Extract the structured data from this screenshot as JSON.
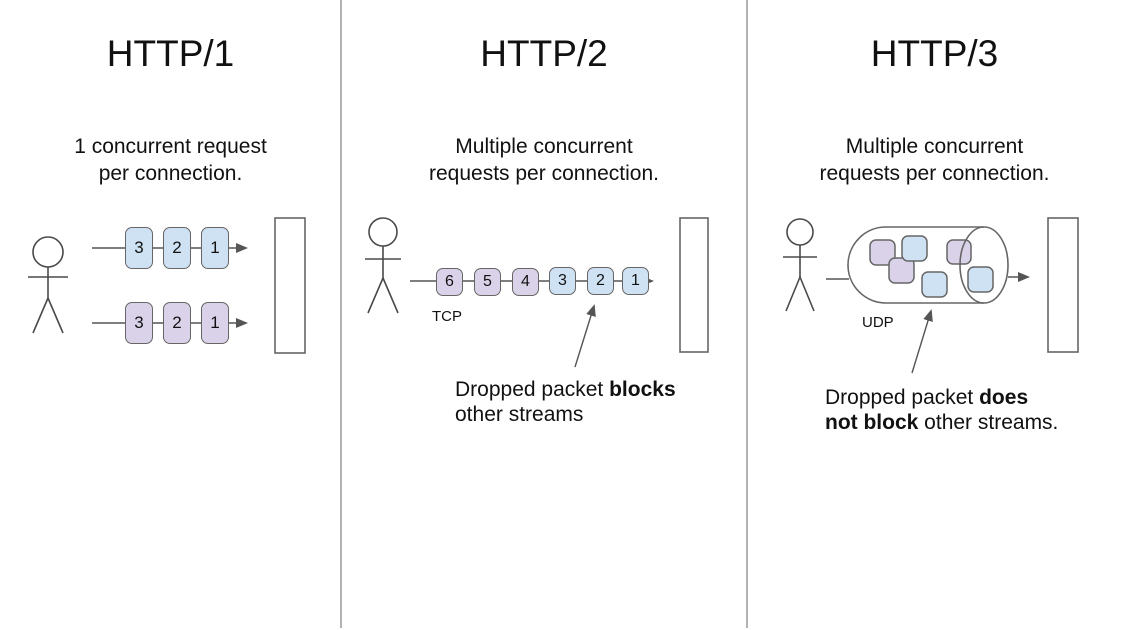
{
  "colors": {
    "packet_blue": "#cfe2f3",
    "packet_purple": "#d9d2e9",
    "shape_outline": "#666666",
    "divider": "#999999",
    "arrow": "#555555"
  },
  "panels": [
    {
      "title": "HTTP/1",
      "subtitle_line1": "1 concurrent request",
      "subtitle_line2": "per connection.",
      "rows": [
        {
          "color_name": "blue",
          "packets": [
            "3",
            "2",
            "1"
          ]
        },
        {
          "color_name": "purple",
          "packets": [
            "3",
            "2",
            "1"
          ]
        }
      ]
    },
    {
      "title": "HTTP/2",
      "subtitle_line1": "Multiple concurrent",
      "subtitle_line2": "requests per connection.",
      "protocol_label": "TCP",
      "packets": [
        {
          "label": "6",
          "color": "purple"
        },
        {
          "label": "5",
          "color": "purple"
        },
        {
          "label": "4",
          "color": "purple"
        },
        {
          "label": "3",
          "color": "blue"
        },
        {
          "label": "2",
          "color": "blue"
        },
        {
          "label": "1",
          "color": "blue"
        }
      ],
      "note": {
        "l1_pre": "Dropped packet ",
        "l1_bold": "blocks",
        "l2": "other streams"
      }
    },
    {
      "title": "HTTP/3",
      "subtitle_line1": "Multiple concurrent",
      "subtitle_line2": "requests per connection.",
      "protocol_label": "UDP",
      "tunnel_packet_colors": [
        "purple",
        "blue",
        "purple",
        "blue",
        "purple",
        "blue"
      ],
      "note": {
        "l1_pre": "Dropped packet ",
        "l1_bold": "does",
        "l2_bold": "not block",
        "l2_post": " other streams."
      }
    }
  ]
}
